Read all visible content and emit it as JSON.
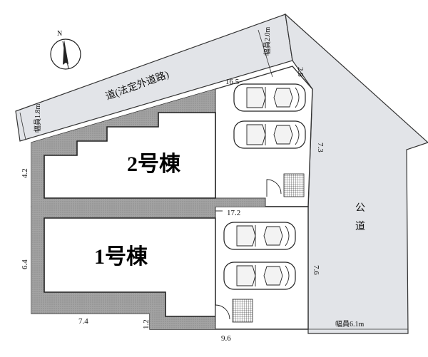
{
  "north": {
    "label": "N"
  },
  "roads": {
    "front_road": {
      "name": "道(法定外道路)",
      "width_top": "幅員2.0m",
      "width_left": "幅員1.8m"
    },
    "public_road": {
      "name": "公道",
      "width": "幅員6.1m"
    }
  },
  "buildings": [
    {
      "id": "building-2",
      "label": "2号棟"
    },
    {
      "id": "building-1",
      "label": "1号棟"
    }
  ],
  "dimensions": {
    "top_segment": "16.5",
    "corner_segment": "2.8",
    "right_upper": "7.3",
    "left_upper": "4.2",
    "middle_boundary": "17.2",
    "left_lower": "6.4",
    "right_lower": "7.6",
    "bottom_left": "7.4",
    "step": "1.2",
    "bottom_right": "9.6"
  },
  "colors": {
    "road": "#e2e4e8",
    "garden": "#a9a9a9",
    "lot": "#ffffff"
  }
}
